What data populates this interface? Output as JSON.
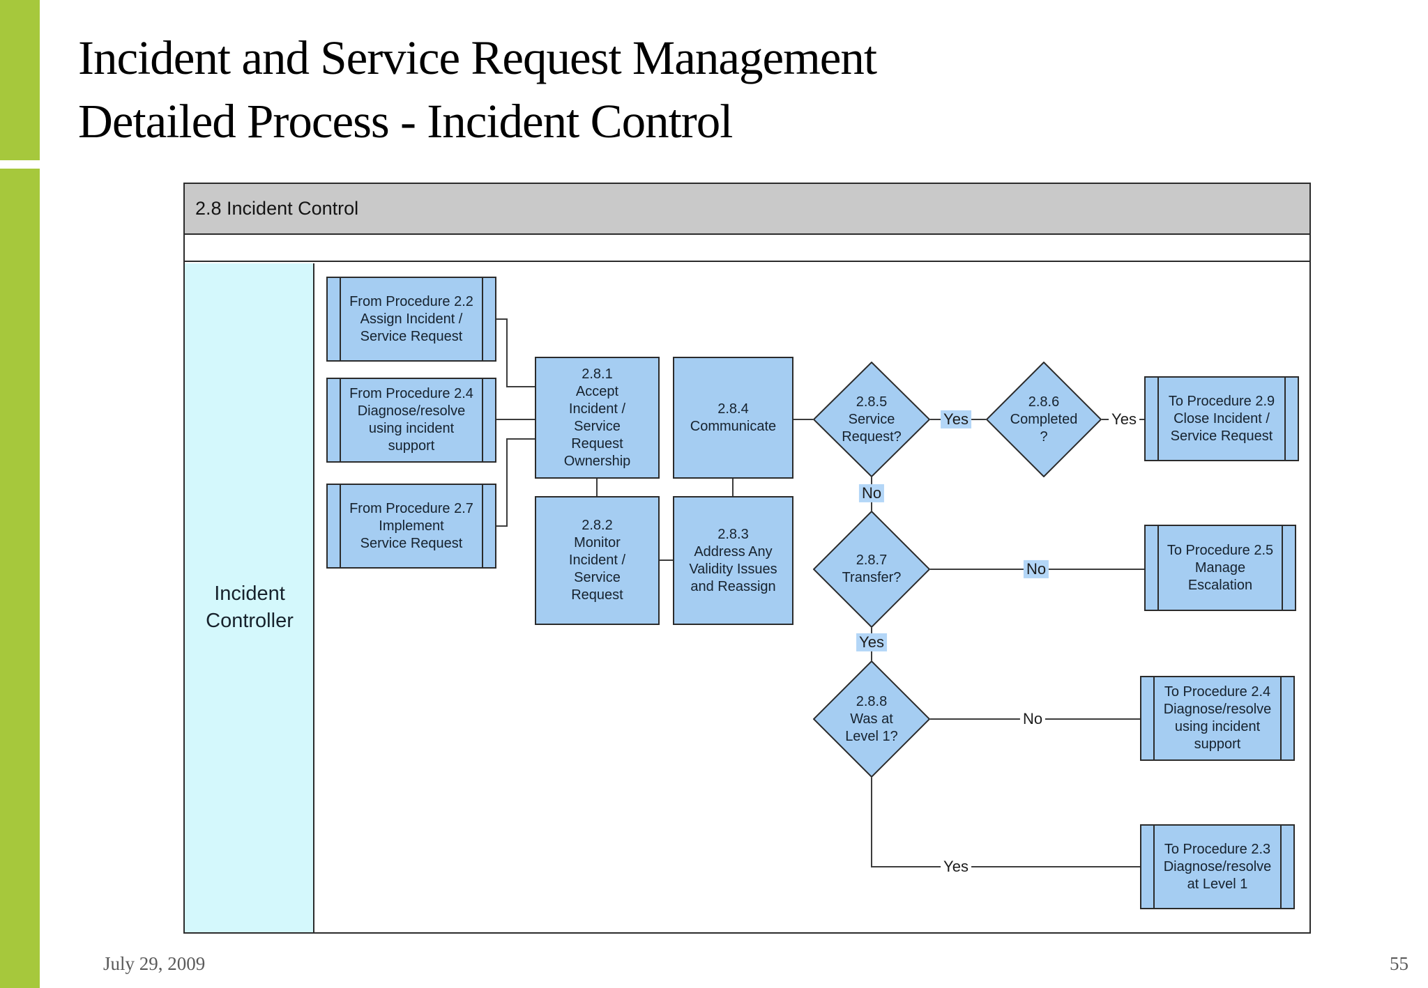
{
  "colors": {
    "accent_green": "#a6c83c",
    "node_fill": "#a5cdf2",
    "lane_fill": "#d4f8fc",
    "header_fill": "#c9c9c9",
    "edge_label_highlight": "#b3d6f7"
  },
  "slide": {
    "title_line1": "Incident and Service Request Management",
    "title_line2": "Detailed Process - Incident Control",
    "footer_date": "July 29, 2009",
    "page_number": "55"
  },
  "diagram": {
    "header_title": "2.8 Incident Control",
    "lane_label": "Incident\nController",
    "nodes": {
      "from_2_2": {
        "label": "From Procedure 2.2\nAssign Incident /\nService Request"
      },
      "from_2_4": {
        "label": "From Procedure 2.4\nDiagnose/resolve\nusing incident\nsupport"
      },
      "from_2_7": {
        "label": "From Procedure 2.7\nImplement\nService Request"
      },
      "p281": {
        "code": "2.8.1",
        "label": "Accept\nIncident /\nService\nRequest\nOwnership"
      },
      "p282": {
        "code": "2.8.2",
        "label": "Monitor\nIncident /\nService\nRequest"
      },
      "p283": {
        "code": "2.8.3",
        "label": "Address Any\nValidity Issues\nand Reassign"
      },
      "p284": {
        "code": "2.8.4",
        "label": "Communicate"
      },
      "d285": {
        "code": "2.8.5",
        "label": "Service\nRequest?"
      },
      "d286": {
        "code": "2.8.6",
        "label": "Completed\n?"
      },
      "d287": {
        "code": "2.8.7",
        "label": "Transfer?"
      },
      "d288": {
        "code": "2.8.8",
        "label": "Was at\nLevel 1?"
      },
      "to_2_9": {
        "label": "To Procedure 2.9\nClose Incident /\nService Request"
      },
      "to_2_5": {
        "label": "To Procedure 2.5\nManage\nEscalation"
      },
      "to_2_4": {
        "label": "To Procedure 2.4\nDiagnose/resolve\nusing incident\nsupport"
      },
      "to_2_3": {
        "label": "To Procedure 2.3\nDiagnose/resolve\nat Level 1"
      }
    },
    "edge_labels": {
      "yes_285_286": "Yes",
      "yes_286_29": "Yes",
      "no_285_287": "No",
      "no_287_25": "No",
      "yes_287_288": "Yes",
      "no_288_24": "No",
      "yes_288_23": "Yes"
    }
  }
}
